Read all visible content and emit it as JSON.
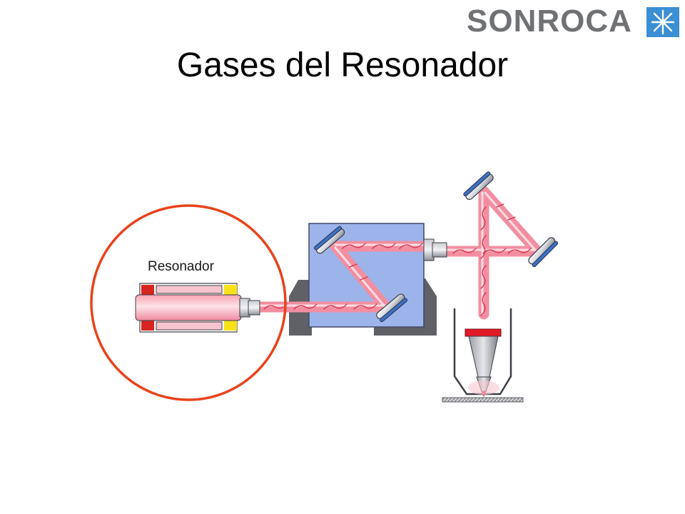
{
  "logo": {
    "text": "SONROCA",
    "icon": "snowflake-star-icon"
  },
  "slide": {
    "title": "Gases del Resonador"
  },
  "diagram": {
    "resonator_label": "Resonador"
  },
  "colors": {
    "highlight_circle": "#e8431c",
    "beam": "#f28ea0",
    "box": "#9db4ea",
    "logo_gray": "#6f7174",
    "logo_blue": "#3b8fd4"
  }
}
